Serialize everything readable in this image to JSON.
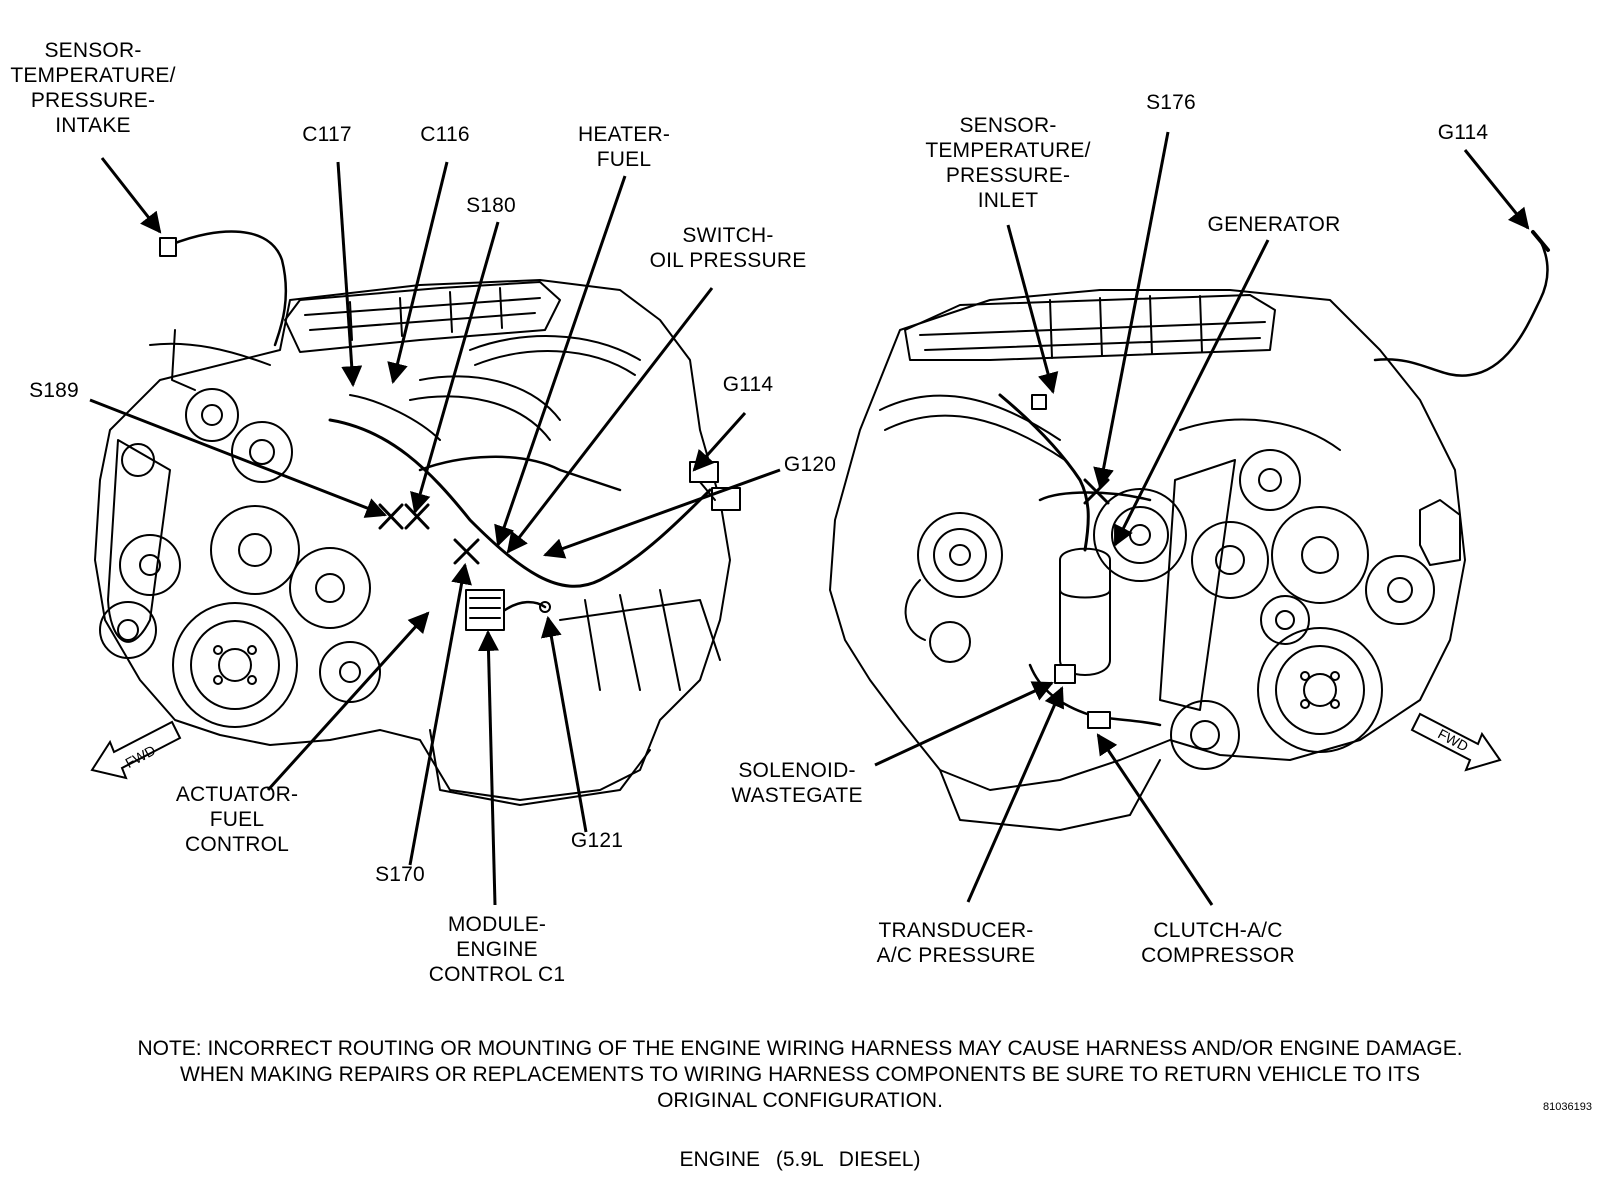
{
  "labels": {
    "left_sensor_intake": [
      "SENSOR-",
      "TEMPERATURE/",
      "PRESSURE-",
      "INTAKE"
    ],
    "c117": "C117",
    "c116": "C116",
    "heater_fuel": [
      "HEATER-",
      "FUEL"
    ],
    "s180": "S180",
    "switch_oil": [
      "SWITCH-",
      "OIL PRESSURE"
    ],
    "s189": "S189",
    "g114_left": "G114",
    "g120": "G120",
    "actuator": [
      "ACTUATOR-",
      "FUEL",
      "CONTROL"
    ],
    "s170": "S170",
    "g121": "G121",
    "module": [
      "MODULE-",
      "ENGINE",
      "CONTROL C1"
    ],
    "right_sensor_inlet": [
      "SENSOR-",
      "TEMPERATURE/",
      "PRESSURE-",
      "INLET"
    ],
    "s176": "S176",
    "g114_right": "G114",
    "generator": "GENERATOR",
    "solenoid": [
      "SOLENOID-",
      "WASTEGATE"
    ],
    "transducer": [
      "TRANSDUCER-",
      "A/C PRESSURE"
    ],
    "clutch": [
      "CLUTCH-A/C",
      "COMPRESSOR"
    ],
    "fwd": "FWD"
  },
  "note": [
    "NOTE: INCORRECT ROUTING OR MOUNTING OF THE ENGINE WIRING HARNESS MAY CAUSE HARNESS AND/OR ENGINE DAMAGE.",
    "WHEN MAKING REPAIRS OR REPLACEMENTS TO WIRING HARNESS COMPONENTS BE SURE TO RETURN VEHICLE TO ITS",
    "ORIGINAL CONFIGURATION."
  ],
  "caption": "ENGINE (5.9L DIESEL)",
  "figure_id": "81036193"
}
